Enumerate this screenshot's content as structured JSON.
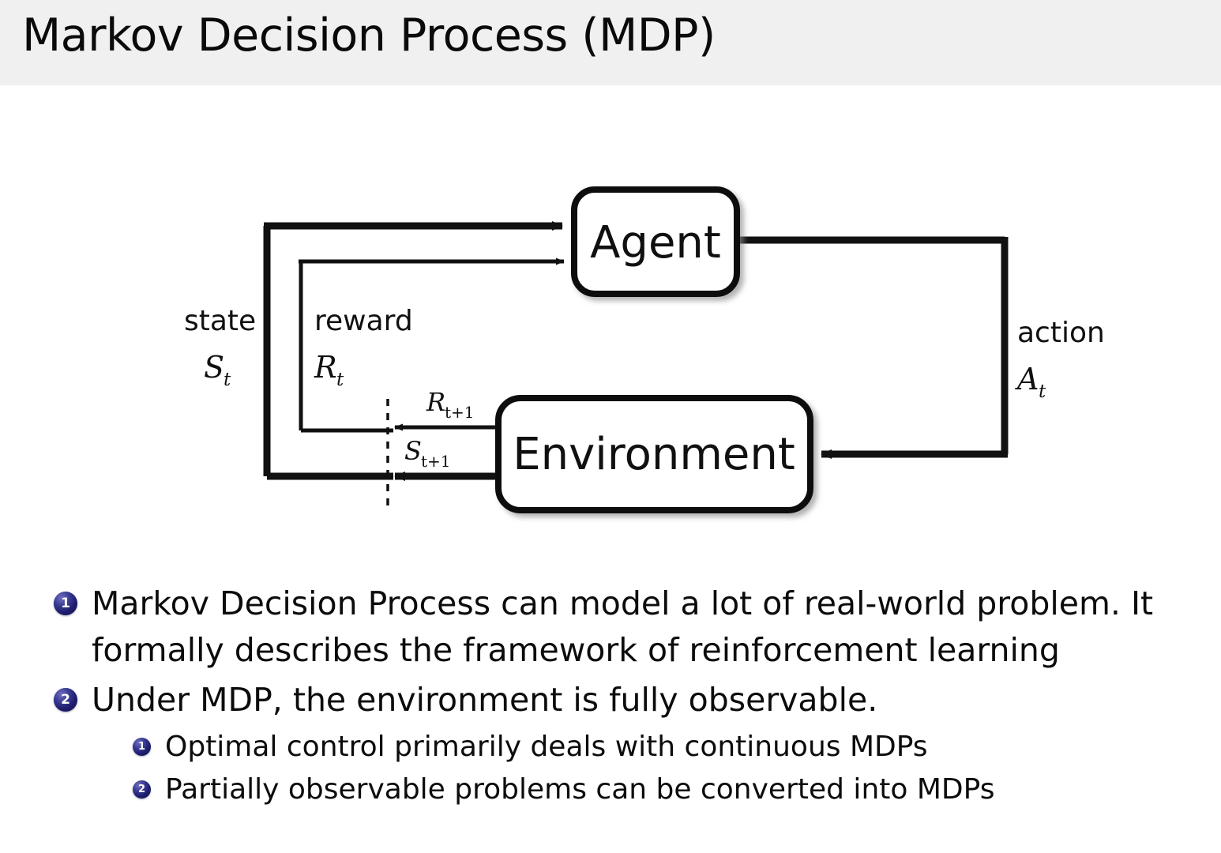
{
  "header": {
    "title": "Markov Decision Process (MDP)",
    "background_color": "#f0f0f0"
  },
  "diagram": {
    "name": "agent-environment-interaction-loop",
    "boxes": {
      "agent": "Agent",
      "environment": "Environment"
    },
    "labels": {
      "state_word": "state",
      "state_symbol": "S",
      "state_subscript": "t",
      "reward_word": "reward",
      "reward_symbol": "R",
      "reward_subscript": "t",
      "action_word": "action",
      "action_symbol": "A",
      "action_subscript": "t",
      "reward_next_symbol": "R",
      "reward_next_subscript": "t+1",
      "state_next_symbol": "S",
      "state_next_subscript": "t+1"
    },
    "stroke_color": "#111111",
    "box_fill": "#ffffff"
  },
  "bullets": {
    "badge_color": "#1b1b6b",
    "items": [
      {
        "number": "1",
        "level": 1,
        "lines": [
          "Markov Decision Process can model a lot of real-world problem. It",
          "formally describes the framework of reinforcement learning"
        ]
      },
      {
        "number": "2",
        "level": 1,
        "lines": [
          "Under MDP, the environment is fully observable."
        ]
      },
      {
        "number": "1",
        "level": 2,
        "lines": [
          "Optimal control primarily deals with continuous MDPs"
        ]
      },
      {
        "number": "2",
        "level": 2,
        "lines": [
          "Partially observable problems can be converted into MDPs"
        ]
      }
    ]
  }
}
